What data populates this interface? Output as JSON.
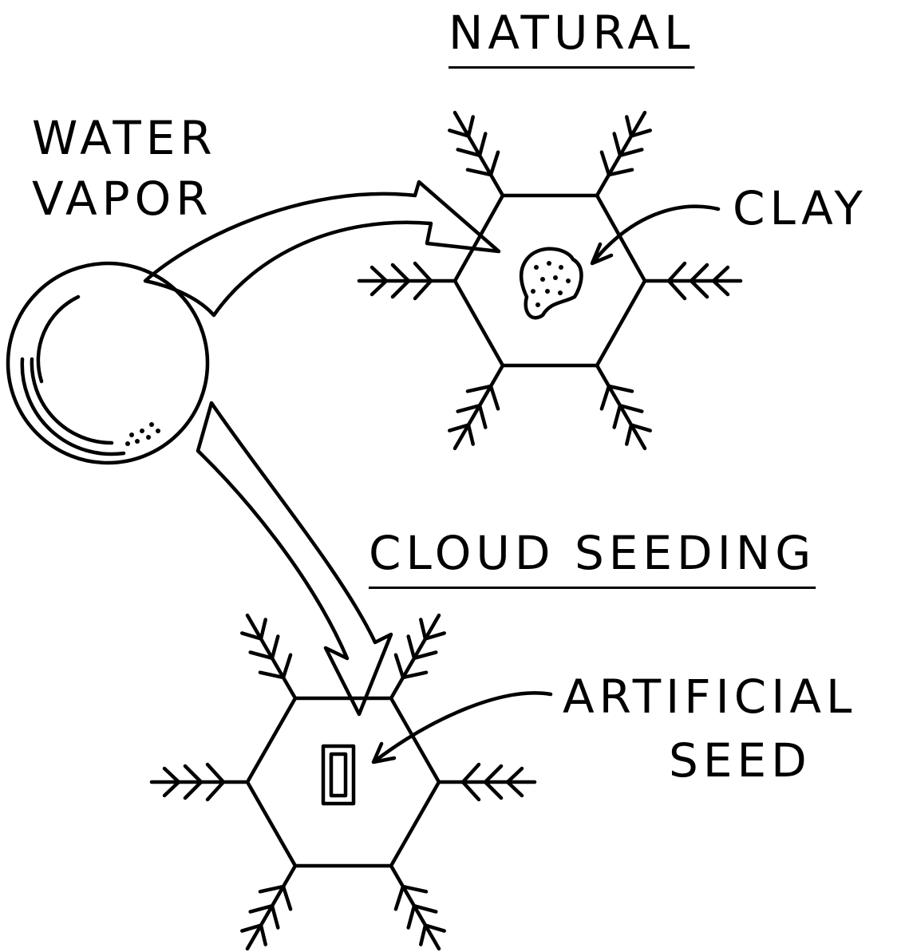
{
  "labels": {
    "natural": "NATURAL",
    "water_vapor_line1": "WATER",
    "water_vapor_line2": "VAPOR",
    "clay": "CLAY",
    "cloud_seeding": "CLOUD SEEDING",
    "artificial_seed_line1": "ARTIFICIAL",
    "artificial_seed_line2": "SEED"
  },
  "colors": {
    "ink": "#000000",
    "background": "#ffffff"
  }
}
